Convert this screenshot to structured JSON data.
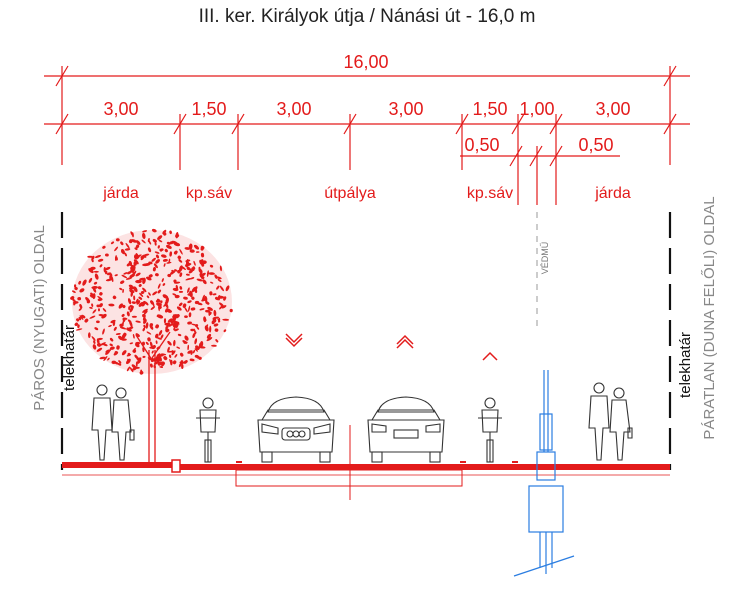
{
  "title": "III. ker. Királyok útja / Nánási út - 16,0 m",
  "dimensions": {
    "total": "16,00",
    "segments": [
      "3,00",
      "1,50",
      "3,00",
      "3,00",
      "1,50",
      "1,00",
      "3,00"
    ],
    "sub_segments": [
      "0,50",
      "0,50"
    ]
  },
  "zones": {
    "sidewalk_left": "járda",
    "bike_left": "kp.sáv",
    "roadway": "útpálya",
    "bike_right": "kp.sáv",
    "sidewalk_right": "járda"
  },
  "sides": {
    "left": "PÁROS (NYUGATI) OLDAL",
    "right": "PÁRATLAN (DUNA FELŐLI) OLDAL"
  },
  "property_line": "telekhatár",
  "protection_label": "VÉDMŰ",
  "colors": {
    "accent": "#e31b1b",
    "utility": "#2a7de1",
    "text_grey": "#888888"
  }
}
